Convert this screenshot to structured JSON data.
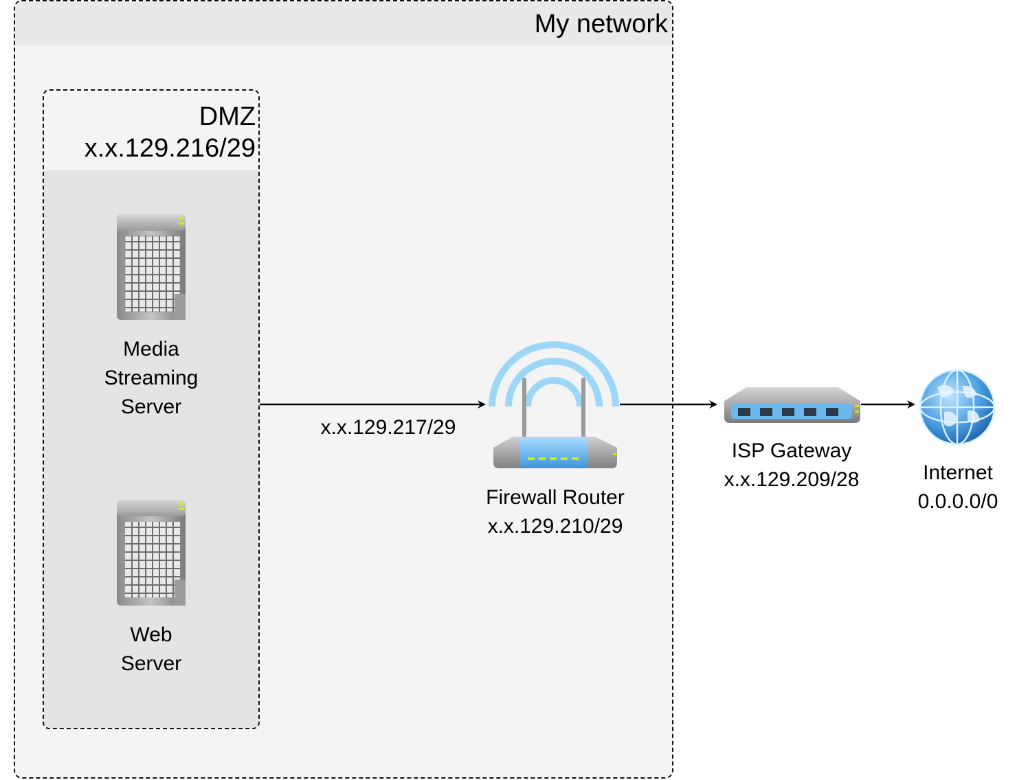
{
  "network": {
    "title": "My network"
  },
  "dmz": {
    "title": "DMZ",
    "subnet": "x.x.129.216/29"
  },
  "servers": [
    {
      "name_line1": "Media",
      "name_line2": "Streaming",
      "name_line3": "Server"
    },
    {
      "name_line1": "Web",
      "name_line2": "Server"
    }
  ],
  "links": {
    "dmz_to_router_label": "x.x.129.217/29"
  },
  "router": {
    "name": "Firewall Router",
    "address": "x.x.129.210/29"
  },
  "gateway": {
    "name": "ISP Gateway",
    "address": "x.x.129.209/28"
  },
  "internet": {
    "name": "Internet",
    "address": "0.0.0.0/0"
  },
  "colors": {
    "container_border": "#111111",
    "wifi_arc": "#8fd0f5",
    "router_panel": "#5fb2ea",
    "led": "#c8f000",
    "globe": "#3a8fd6"
  }
}
